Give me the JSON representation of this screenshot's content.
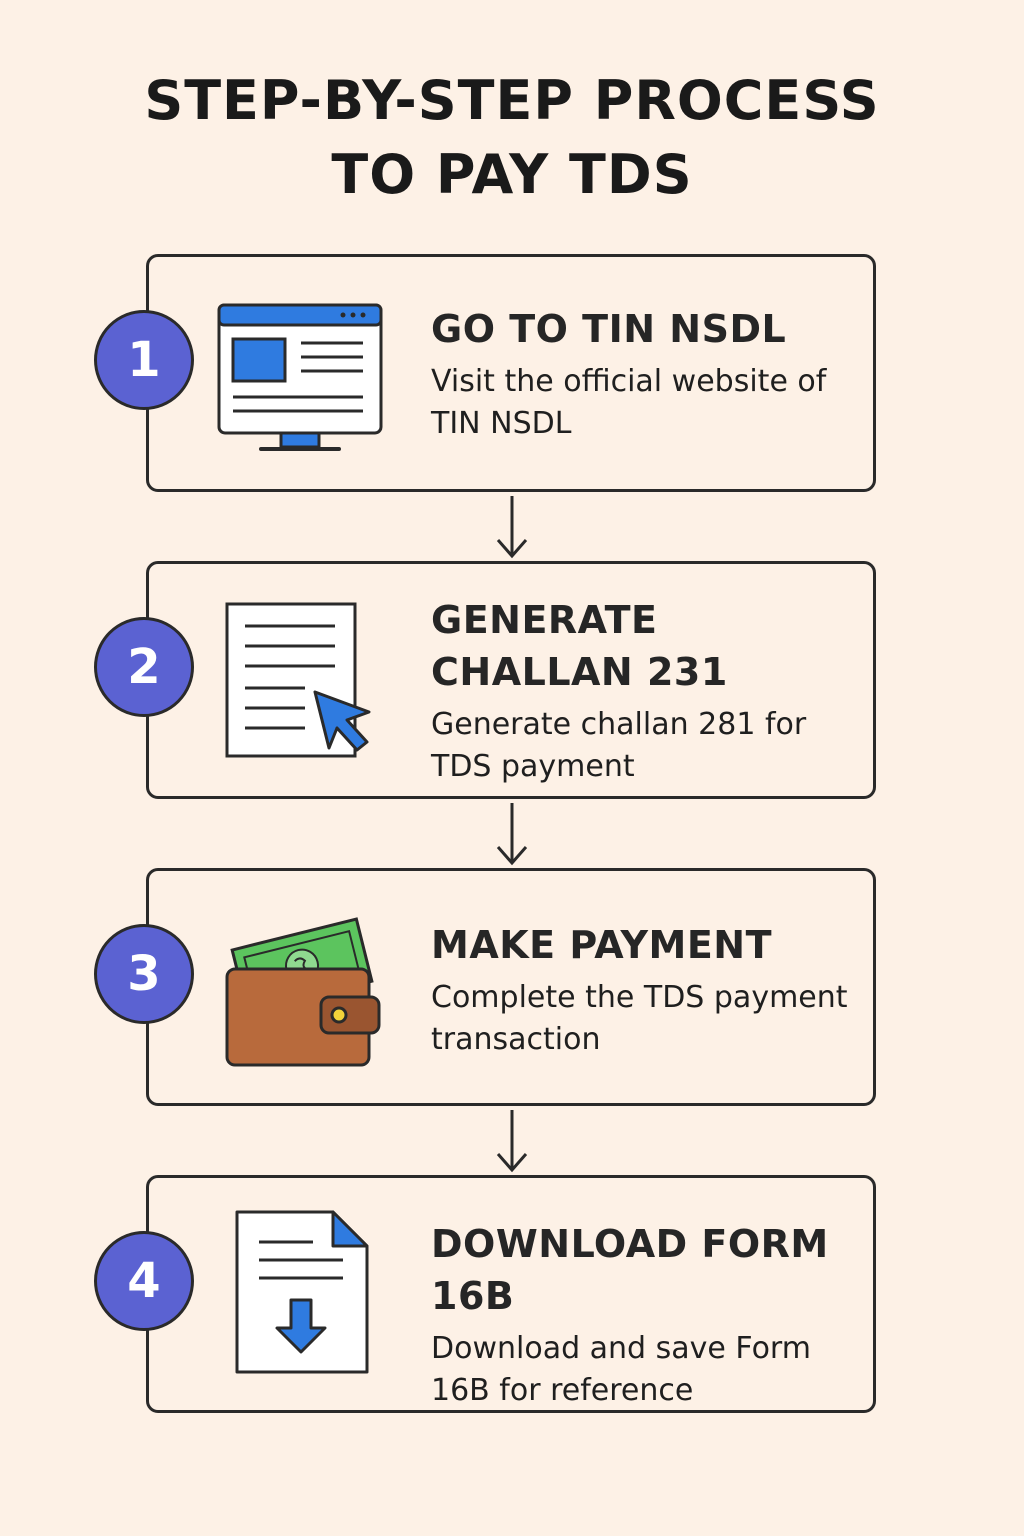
{
  "title": {
    "line1": "STEP-BY-STEP PROCESS",
    "line2": "TO PAY TDS"
  },
  "colors": {
    "background": "#fdf1e6",
    "badge": "#5b62d2",
    "accent_blue": "#2f7be0",
    "money_green": "#5cc45e",
    "wallet_brown": "#b86a3c",
    "outline": "#2a2a2a"
  },
  "steps": [
    {
      "number": "1",
      "title": "GO TO TIN NSDL",
      "description": "Visit the official website of TIN NSDL",
      "icon": "monitor-website-icon"
    },
    {
      "number": "2",
      "title": "GENERATE CHALLAN 231",
      "description": "Generate challan 281 for TDS payment",
      "icon": "document-cursor-icon"
    },
    {
      "number": "3",
      "title": "MAKE PAYMENT",
      "description": "Complete the TDS payment transaction",
      "icon": "wallet-money-icon"
    },
    {
      "number": "4",
      "title": "DOWNLOAD FORM 16B",
      "description": "Download and save Form 16B for reference",
      "icon": "download-document-icon"
    }
  ]
}
